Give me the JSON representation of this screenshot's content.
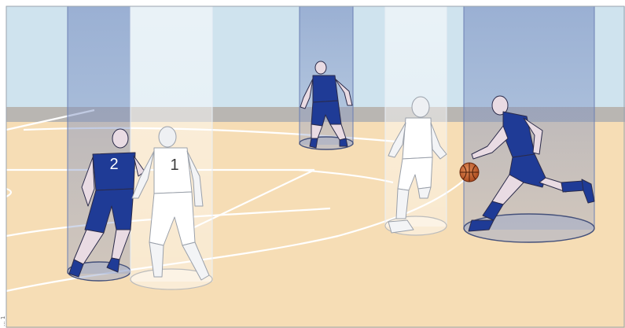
{
  "illustration": {
    "players": [
      {
        "id": "blue-2",
        "team": "blue",
        "number": "2"
      },
      {
        "id": "white-1",
        "team": "white",
        "number": "1"
      },
      {
        "id": "blue-back",
        "team": "blue",
        "number": ""
      },
      {
        "id": "white-defender",
        "team": "white",
        "number": ""
      },
      {
        "id": "blue-dribbler",
        "team": "blue",
        "number": ""
      }
    ],
    "colors": {
      "wall": "#cfe3ee",
      "floor": "#f6ddb5",
      "court_lines": "#ffffff",
      "blue_team": "#1f3b96",
      "white_team": "#ffffff",
      "cylinder": "#7f93c4",
      "ball": "#c8622e"
    },
    "credit_text": "... 1"
  }
}
